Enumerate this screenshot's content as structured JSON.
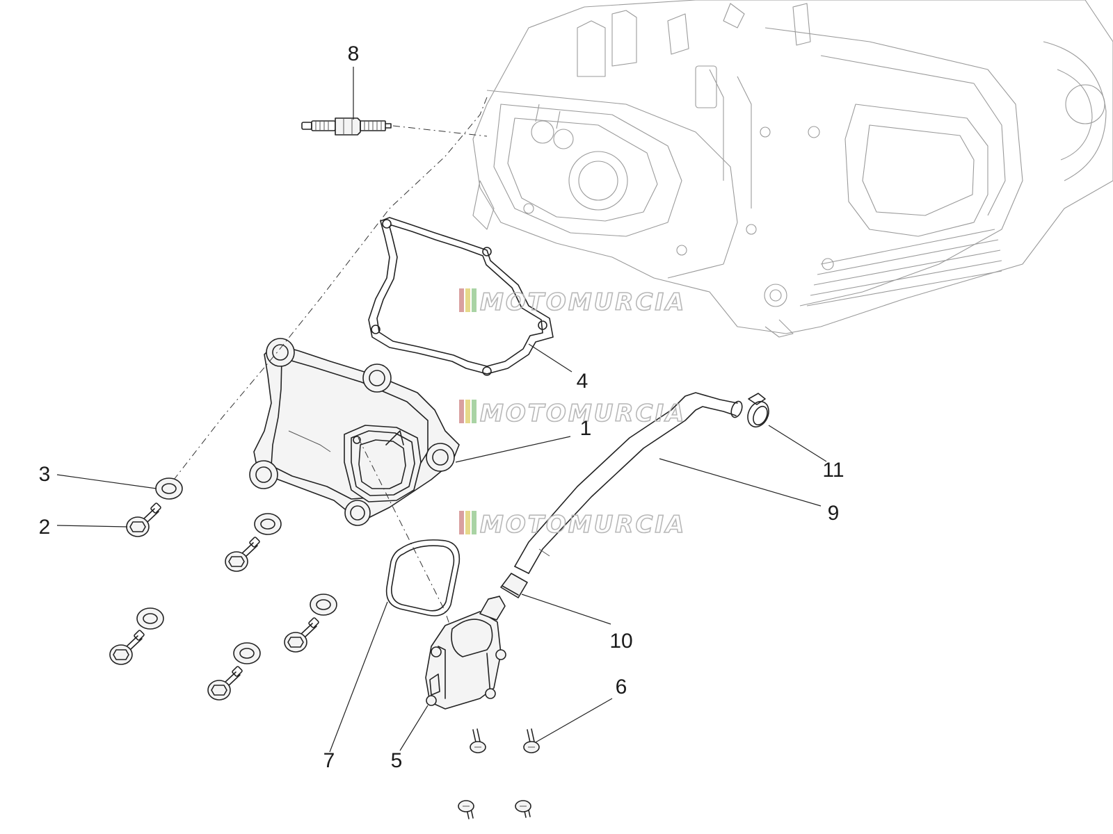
{
  "diagram": {
    "callouts": [
      "1",
      "2",
      "3",
      "4",
      "5",
      "6",
      "7",
      "8",
      "9",
      "10",
      "11"
    ],
    "watermark": "MOTOMURCIA",
    "watermark_stripe_colors": [
      "#d9a0a0",
      "#e6d98a",
      "#a9d3a4"
    ],
    "line_color": "#222222",
    "engine_line_color": "#9a9a9a"
  }
}
